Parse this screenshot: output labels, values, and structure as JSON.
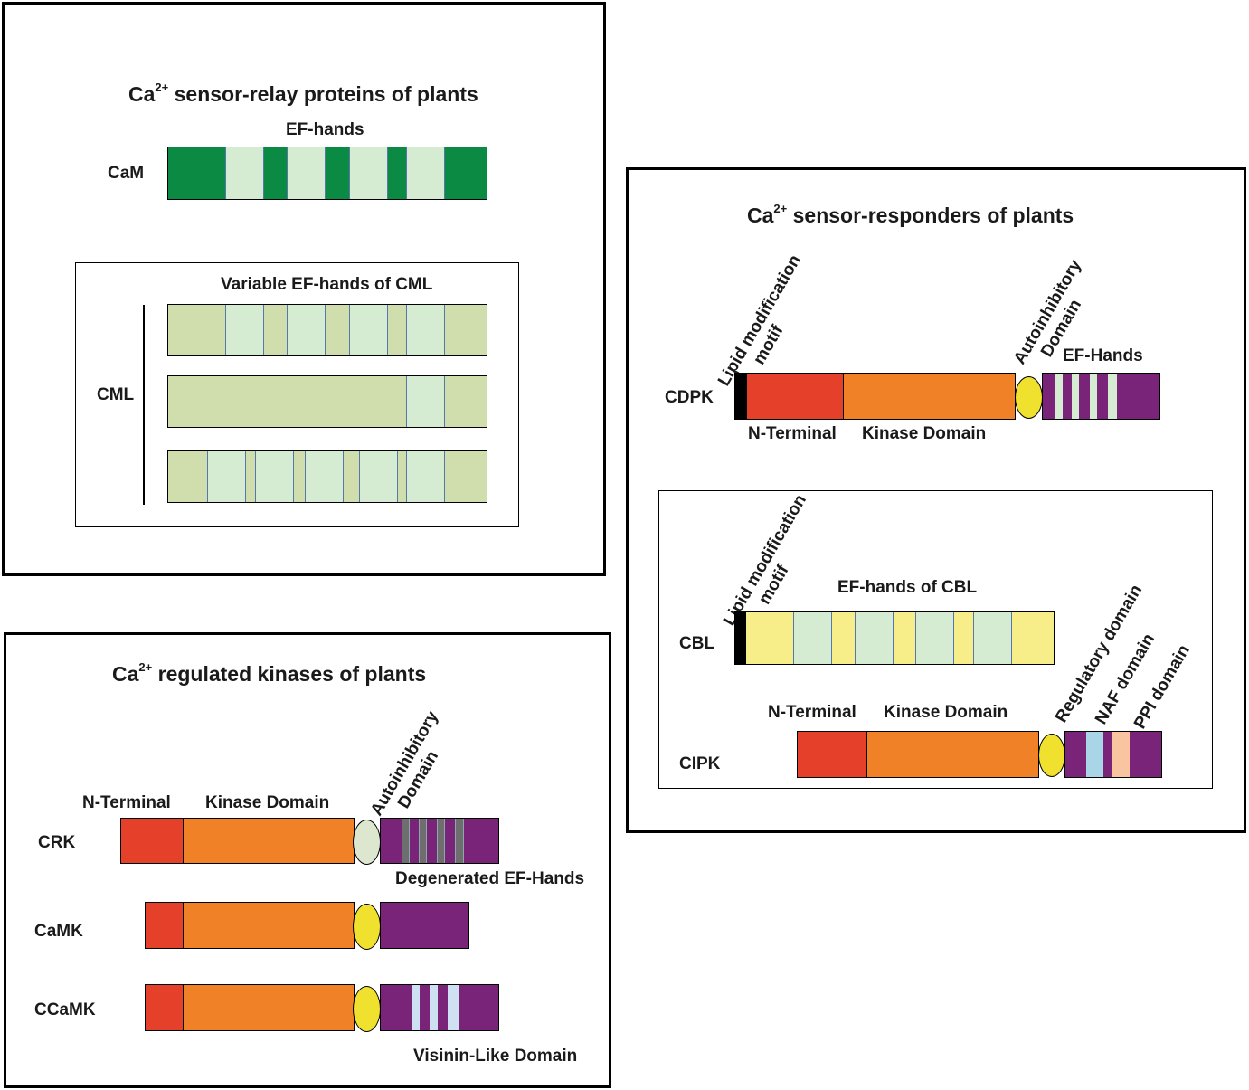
{
  "colors": {
    "cam_green": "#0b8a44",
    "light_green": "#d6ecd2",
    "cml_olive": "#d0ddac",
    "red": "#e5402a",
    "orange": "#f08126",
    "purple": "#7a2479",
    "yellow_oval": "#efe12e",
    "pale_oval": "#dde6cf",
    "cbl_yellow": "#f7ee8a",
    "light_blue": "#cfe0f3",
    "naf_blue": "#a8d6e6",
    "ppi_peach": "#f9c5a0",
    "grey_ef": "#6e6e6e",
    "black": "#000000"
  },
  "panel_relay": {
    "title_main": "Ca",
    "title_sup": "2+",
    "title_rest": " sensor-relay proteins of plants",
    "ef_hands_label": "EF-hands",
    "cam_label": "CaM",
    "cml_box_label": "Variable EF-hands of CML",
    "cml_label": "CML"
  },
  "panel_responders": {
    "title_main": "Ca",
    "title_sup": "2+",
    "title_rest": " sensor-responders of plants",
    "lipid_line1": "Lipid modification",
    "lipid_line2": "motif",
    "autoinhibitory_line1": "Autoinhibitory",
    "autoinhibitory_line2": "Domain",
    "ef_hands_label": "EF-Hands",
    "cdpk_label": "CDPK",
    "n_terminal": "N-Terminal",
    "kinase_domain": "Kinase Domain",
    "cbl_lipid_line1": "Lipid modification",
    "cbl_lipid_line2": "motif",
    "ef_hands_cbl": "EF-hands of CBL",
    "cbl_label": "CBL",
    "regulatory_domain": "Regulatory domain",
    "naf_domain": "NAF domain",
    "ppi_domain": "PPI domain",
    "cipk_n_terminal": "N-Terminal",
    "cipk_kinase_domain": "Kinase Domain",
    "cipk_label": "CIPK"
  },
  "panel_kinases": {
    "title_main": "Ca",
    "title_sup": "2+",
    "title_rest": " regulated kinases of plants",
    "n_terminal": "N-Terminal",
    "kinase_domain": "Kinase Domain",
    "autoinhibitory_line1": "Autoinhibitory",
    "autoinhibitory_line2": "Domain",
    "crk_label": "CRK",
    "degenerated_ef": "Degenerated EF-Hands",
    "camk_label": "CaMK",
    "ccamk_label": "CCaMK",
    "visinin": "Visinin-Like Domain"
  }
}
